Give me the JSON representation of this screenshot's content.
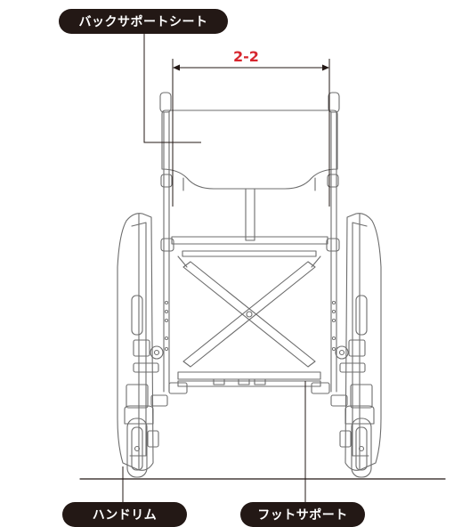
{
  "labels": {
    "back_support_seat": "バックサポートシート",
    "hand_rim": "ハンドリム",
    "foot_support": "フットサポート"
  },
  "dimension": {
    "value": "2-2"
  },
  "colors": {
    "label_bg": "#231815",
    "label_text": "#ffffff",
    "dimension": "#d7262e",
    "line": "#595757"
  }
}
